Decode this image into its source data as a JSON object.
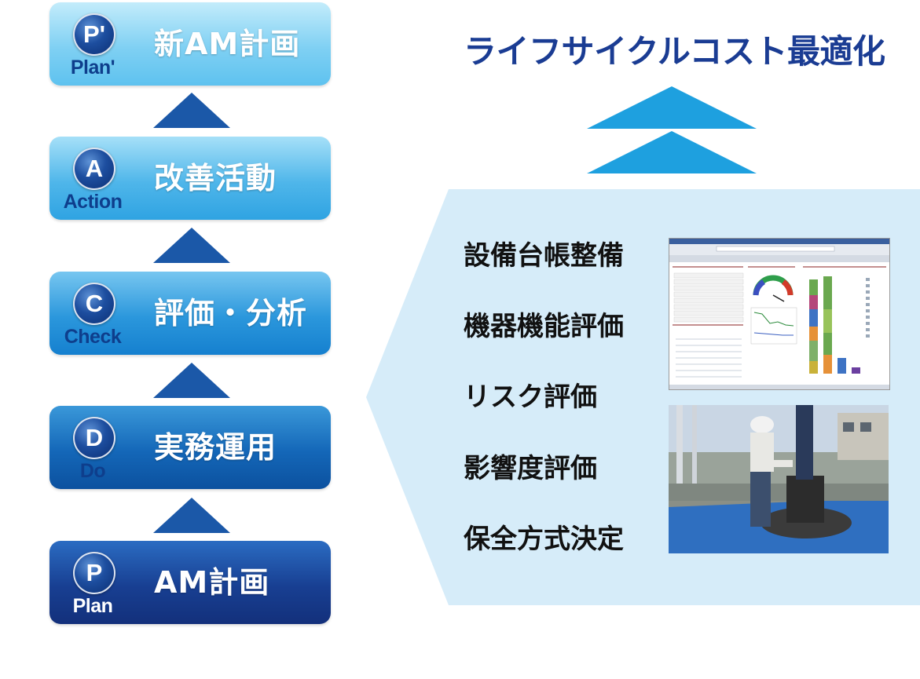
{
  "pdca_steps": [
    {
      "letter": "P'",
      "sub": "Plan'",
      "title": "新AM計画"
    },
    {
      "letter": "A",
      "sub": "Action",
      "title": "改善活動"
    },
    {
      "letter": "C",
      "sub": "Check",
      "title": "評価・分析"
    },
    {
      "letter": "D",
      "sub": "Do",
      "title": "実務運用"
    },
    {
      "letter": "P",
      "sub": "Plan",
      "title": "AM計画"
    }
  ],
  "goal": "ライフサイクルコスト最適化",
  "activities": [
    "設備台帳整備",
    "機器機能評価",
    "リスク評価",
    "影響度評価",
    "保全方式決定"
  ],
  "icons": [
    "screenshot-thumbnail",
    "inspection-photo"
  ],
  "colors": {
    "goal_text": "#1a3c93",
    "arrow_left": "#1b58a8",
    "arrow_right": "#1ea0df",
    "panel": "#d6ecf9"
  }
}
